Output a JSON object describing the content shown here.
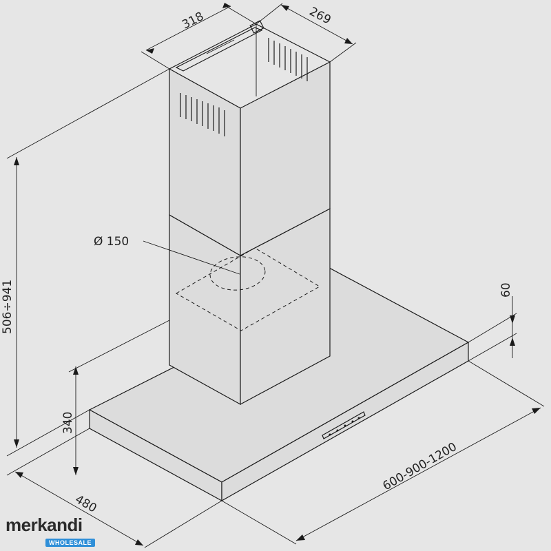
{
  "dimensions": {
    "chimney_width": "318",
    "chimney_depth": "269",
    "height_range": "506÷941",
    "duct_diameter": "Ø 150",
    "canopy_thickness": "60",
    "canopy_height": "340",
    "depth": "480",
    "widths": "600-900-1200"
  },
  "logo": {
    "name": "merkandi",
    "badge": "WHOLESALE"
  }
}
